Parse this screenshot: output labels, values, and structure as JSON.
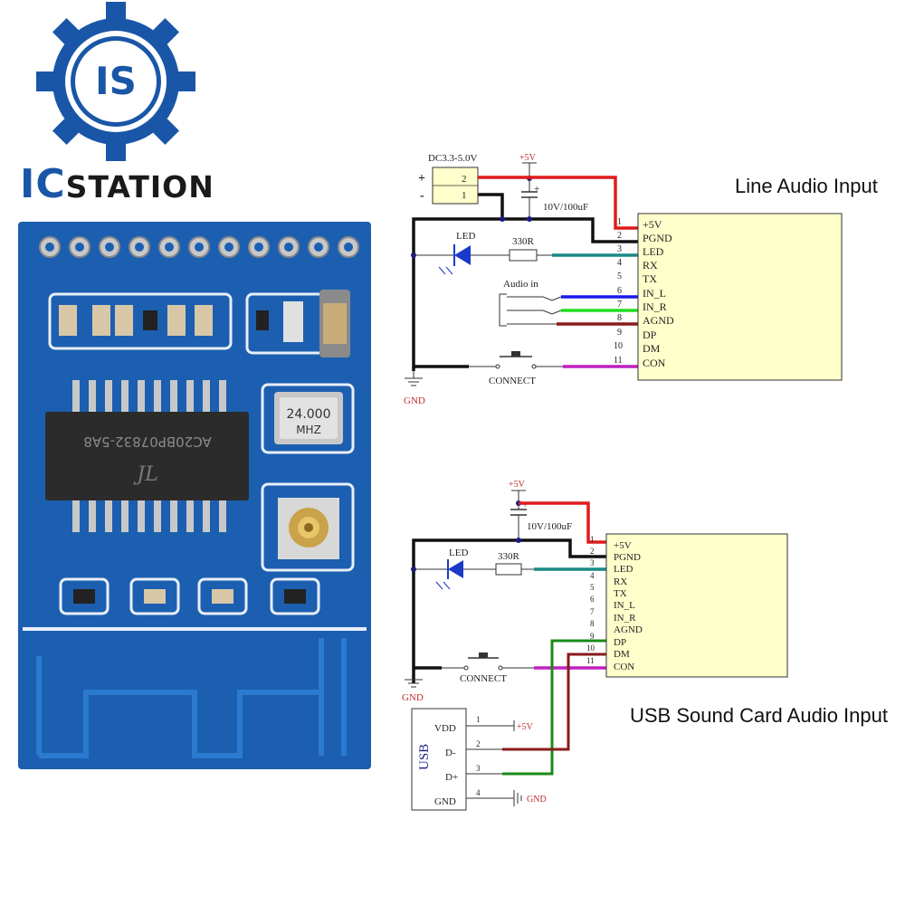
{
  "logo": {
    "brand_part1": "IC",
    "brand_part2": "STATION",
    "badge": "IS",
    "colors": {
      "blue": "#1a56a8",
      "dark": "#1a1a1a"
    }
  },
  "board": {
    "crystal_line1": "24.000",
    "crystal_line2": "MHZ",
    "chip_marking": "AC20BP07832-5A8",
    "chip_logo": "JL",
    "colors": {
      "pcb": "#1c5fb0",
      "silk": "#e8eef8",
      "chip": "#2b2b2b"
    }
  },
  "diagram1": {
    "title": "Line Audio Input",
    "power_label": "DC3.3-5.0V",
    "plus": "+",
    "minus": "-",
    "conn_pins": [
      "2",
      "1"
    ],
    "supply": "+5V",
    "cap": "10V/100uF",
    "cap_plus": "+",
    "led": "LED",
    "resistor": "330R",
    "audio_in": "Audio in",
    "button": "CONNECT",
    "gnd": "GND",
    "pins": [
      "1",
      "2",
      "3",
      "4",
      "5",
      "6",
      "7",
      "8",
      "9",
      "10",
      "11"
    ],
    "pin_names": [
      "+5V",
      "PGND",
      "LED",
      "RX",
      "TX",
      "IN_L",
      "IN_R",
      "AGND",
      "DP",
      "DM",
      "CON"
    ]
  },
  "diagram2": {
    "title": "USB Sound Card Audio Input",
    "supply": "+5V",
    "cap": "10V/100uF",
    "cap_plus": "+",
    "led": "LED",
    "resistor": "330R",
    "button": "CONNECT",
    "gnd": "GND",
    "pins": [
      "1",
      "2",
      "3",
      "4",
      "5",
      "6",
      "7",
      "8",
      "9",
      "10",
      "11"
    ],
    "pin_names": [
      "+5V",
      "PGND",
      "LED",
      "RX",
      "TX",
      "IN_L",
      "IN_R",
      "AGND",
      "DP",
      "DM",
      "CON"
    ],
    "usb_label": "USB",
    "usb_pins": [
      "VDD",
      "D-",
      "D+",
      "GND"
    ],
    "usb_pin_nums": [
      "1",
      "2",
      "3",
      "4"
    ],
    "usb_vdd": "+5V",
    "usb_gnd": "GND"
  },
  "wire_colors": {
    "red": "#e01b1b",
    "black": "#111111",
    "teal": "#1a8a86",
    "blue": "#1a1aee",
    "green": "#22dd22",
    "maroon": "#8a1a1a",
    "purple": "#c020c0",
    "dkgreen": "#1a8a1a"
  },
  "box_fill": "#ffffcc"
}
